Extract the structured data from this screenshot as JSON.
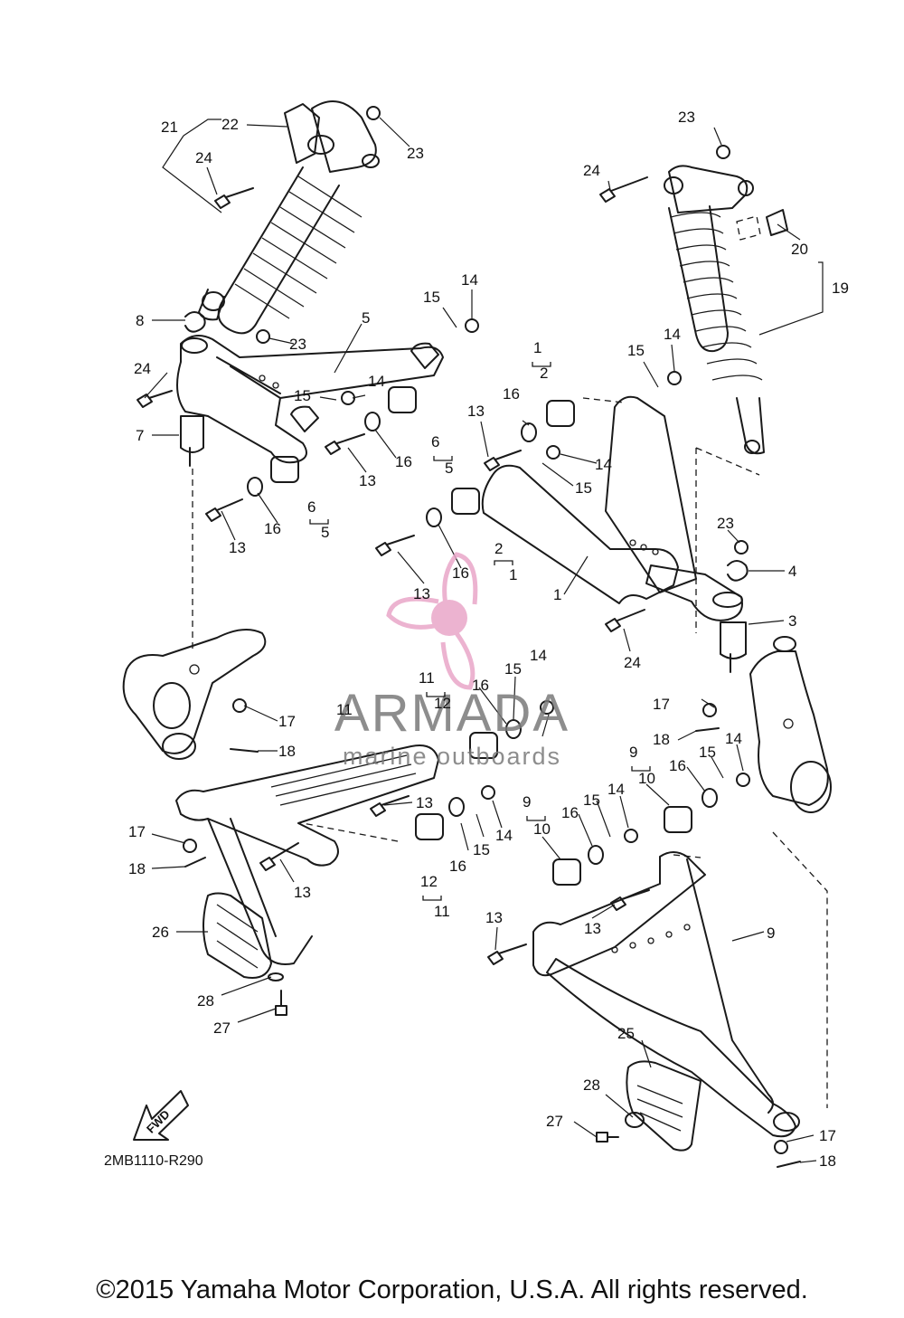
{
  "diagram_code": "2MB1110-R290",
  "direction_label": "FWD",
  "copyright": "©2015 Yamaha Motor Corporation, U.S.A. All rights reserved.",
  "watermark": {
    "name": "ARMADA",
    "tagline": "marine outboards",
    "color": "#e9a6c8"
  },
  "callouts": [
    "1",
    "2",
    "3",
    "4",
    "5",
    "6",
    "7",
    "8",
    "9",
    "10",
    "11",
    "12",
    "13",
    "14",
    "15",
    "16",
    "17",
    "18",
    "19",
    "20",
    "21",
    "22",
    "23",
    "24",
    "25",
    "26",
    "27",
    "28"
  ]
}
